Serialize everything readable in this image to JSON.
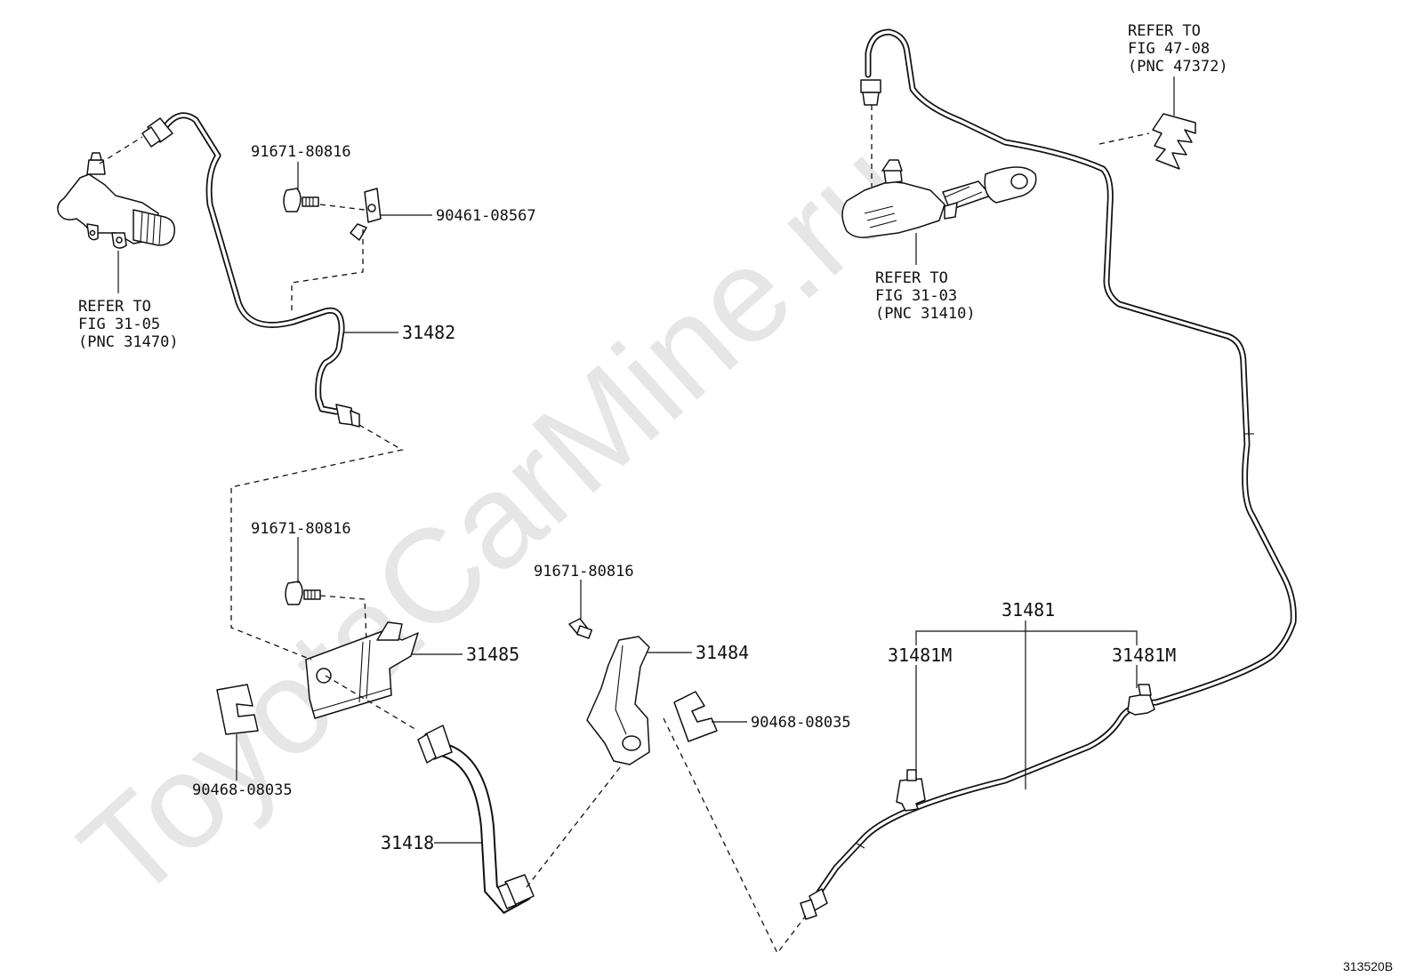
{
  "watermark": "ToyotaCarMine.ru",
  "figure_code": "313520B",
  "labels": {
    "refer_slave": [
      "REFER TO",
      "FIG 31-05",
      "(PNC 31470)"
    ],
    "refer_master": [
      "REFER TO",
      "FIG 31-03",
      "(PNC 31410)"
    ],
    "refer_clamp": [
      "REFER TO",
      "FIG 47-08",
      "(PNC 47372)"
    ],
    "bolt_top": "91671-80816",
    "clip_top": "90461-08567",
    "pipe_31482": "31482",
    "bolt_mid": "91671-80816",
    "bracket_31485": "31485",
    "clip_left": "90468-08035",
    "bolt_right": "91671-80816",
    "bracket_31484": "31484",
    "clip_right": "90468-08035",
    "hose_31418": "31418",
    "pipe_31481": "31481",
    "clamp_left": "31481M",
    "clamp_right": "31481M"
  }
}
